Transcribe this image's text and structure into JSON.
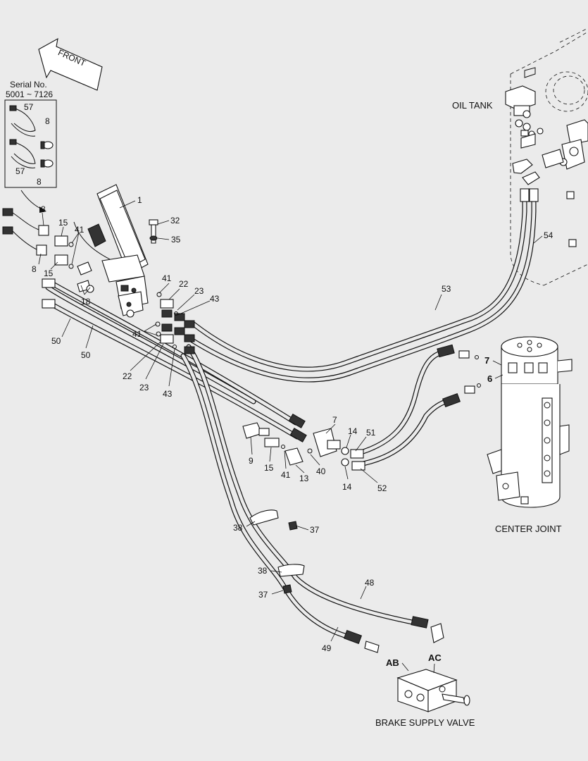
{
  "direction_arrow": {
    "label": "FRONT"
  },
  "inset": {
    "serial_label_line1": "Serial No.",
    "serial_label_line2": "5001 ~ 7126",
    "parts": [
      "57",
      "8",
      "57",
      "8"
    ]
  },
  "captions": {
    "oil_tank": "OIL TANK",
    "center_joint": "CENTER JOINT",
    "brake_supply_valve": "BRAKE SUPPLY VALVE"
  },
  "port_labels": {
    "p7": "7",
    "p6": "6",
    "ab": "AB",
    "ac": "AC"
  },
  "callouts": [
    "1",
    "32",
    "35",
    "8",
    "15",
    "41",
    "8",
    "15",
    "18",
    "41",
    "22",
    "23",
    "43",
    "41",
    "22",
    "23",
    "43",
    "50",
    "50",
    "53",
    "54",
    "7",
    "14",
    "51",
    "9",
    "15",
    "41",
    "13",
    "40",
    "14",
    "52",
    "38",
    "37",
    "38",
    "37",
    "48",
    "49"
  ]
}
